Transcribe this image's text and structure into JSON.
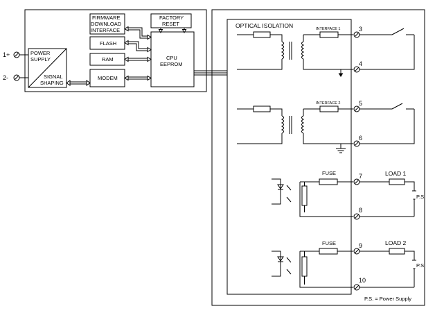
{
  "blocks": {
    "power_supply": [
      "POWER",
      "SUPPLY"
    ],
    "signal_shaping": [
      "SIGNAL",
      "SHAPING"
    ],
    "firmware": [
      "FIRMWARE",
      "DOWNLOAD",
      "INTERFACE"
    ],
    "factory_reset": [
      "FACTORY",
      "RESET"
    ],
    "flash": "FLASH",
    "ram": "RAM",
    "modem": "MODEM",
    "cpu": [
      "CPU",
      "EEPROM"
    ]
  },
  "isolation_label": "OPTICAL ISOLATION",
  "interfaces": [
    "INTERFACE 1",
    "INTERFACE 2"
  ],
  "fuse_label": "FUSE",
  "loads": [
    "LOAD 1",
    "LOAD 2"
  ],
  "ps_label": "P.S.",
  "input_terminals": [
    "1+",
    "2-"
  ],
  "terminals": [
    "3",
    "4",
    "5",
    "6",
    "7",
    "8",
    "9",
    "10"
  ],
  "legend": "P.S. = Power Supply"
}
